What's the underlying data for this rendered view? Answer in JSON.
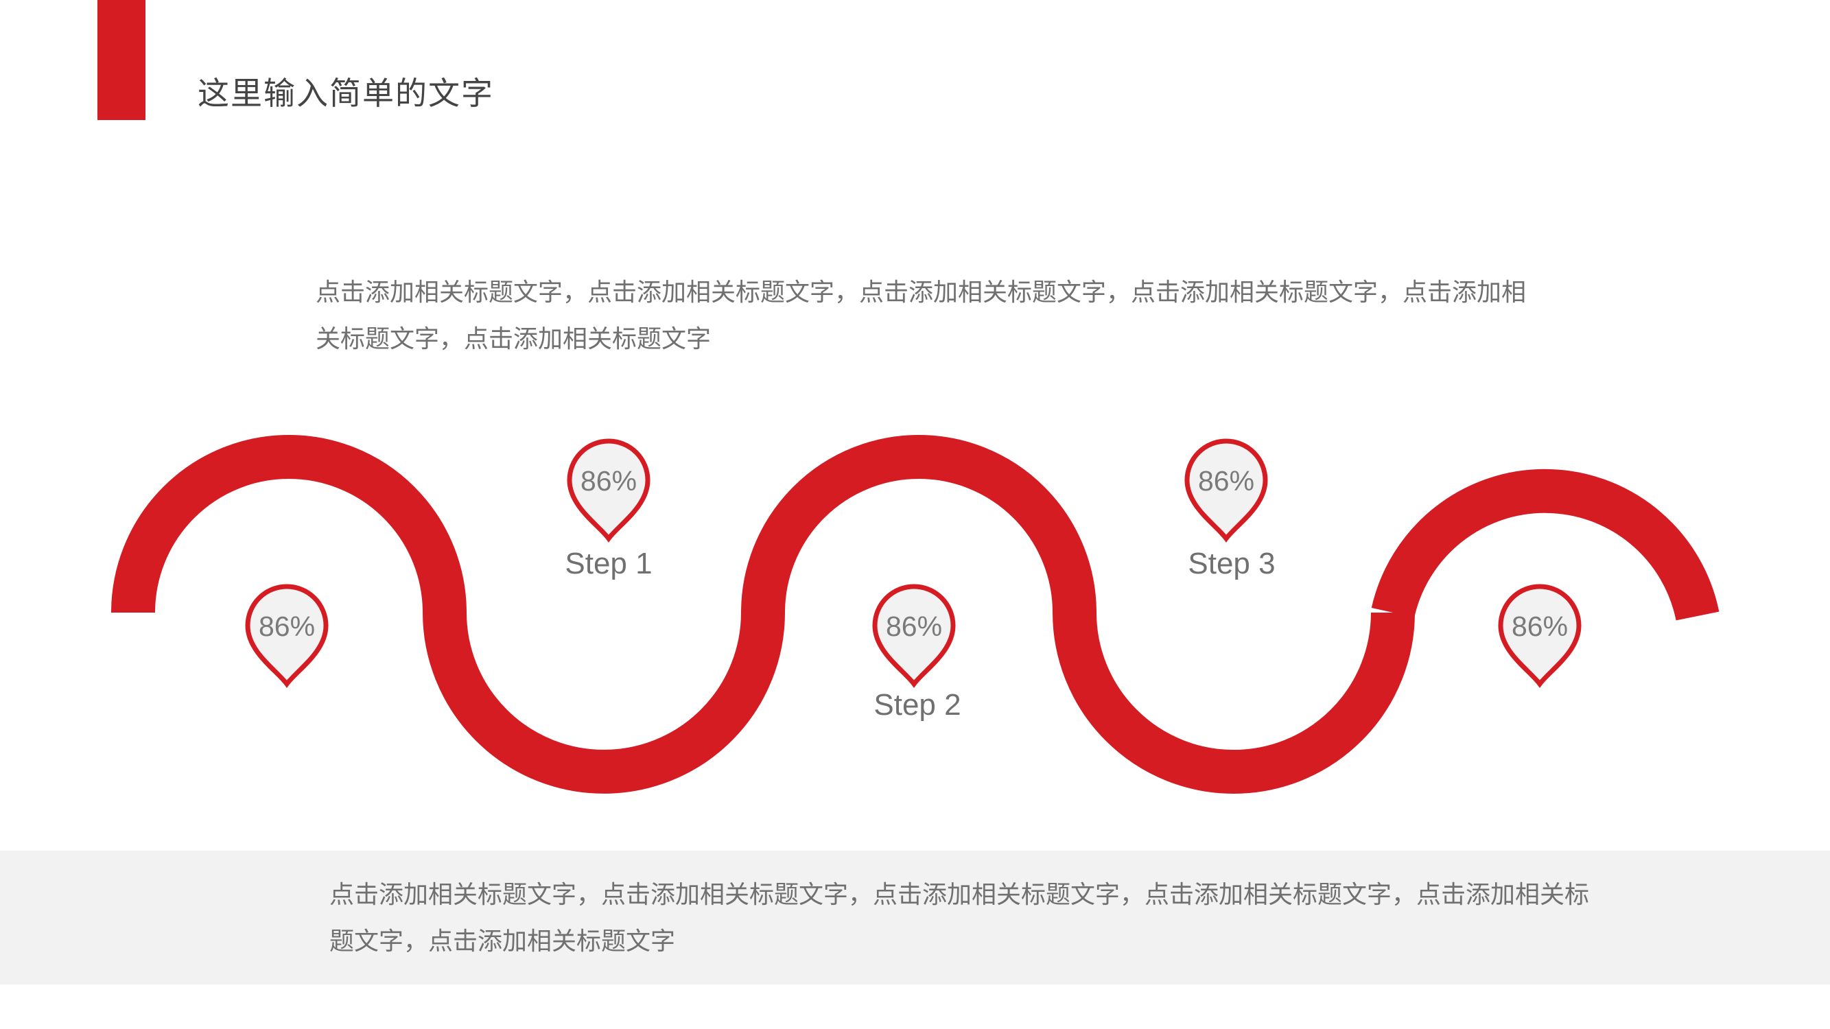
{
  "page": {
    "title": "这里输入简单的文字",
    "intro": "点击添加相关标题文字，点击添加相关标题文字，点击添加相关标题文字，点击添加相关标题文字，点击添加相关标题文字，点击添加相关标题文字",
    "footer": "点击添加相关标题文字，点击添加相关标题文字，点击添加相关标题文字，点击添加相关标题文字，点击添加相关标题文字，点击添加相关标题文字"
  },
  "colors": {
    "accent": "#D41C22",
    "pin_fill": "#F2F2F2",
    "text": "#707070",
    "band": "#F2F2F2"
  },
  "pins": [
    {
      "value": "86%"
    },
    {
      "value": "86%"
    },
    {
      "value": "86%"
    },
    {
      "value": "86%"
    },
    {
      "value": "86%"
    }
  ],
  "steps": [
    {
      "label": "Step 1"
    },
    {
      "label": "Step 2"
    },
    {
      "label": "Step 3"
    }
  ]
}
